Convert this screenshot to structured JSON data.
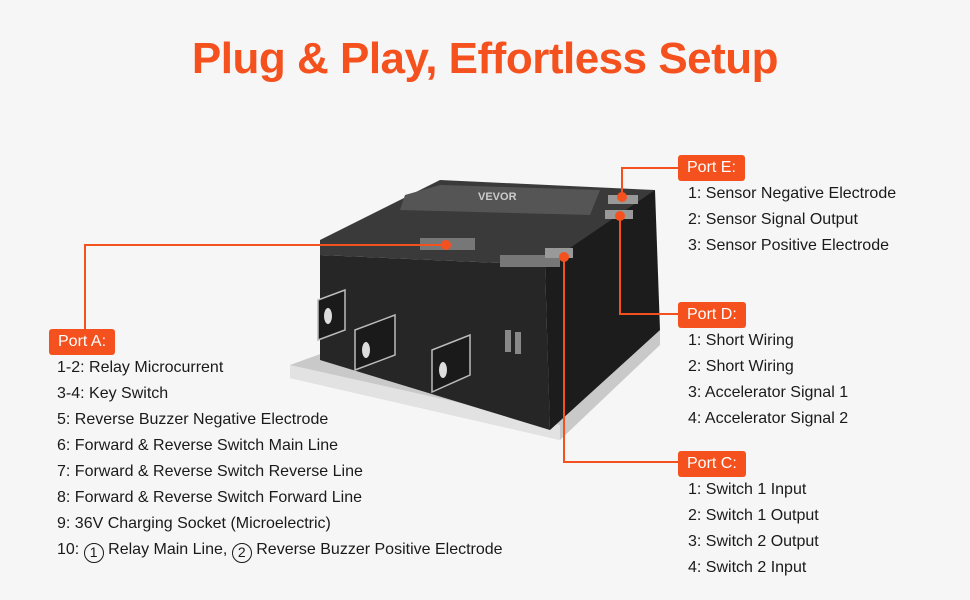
{
  "title": "Plug & Play, Effortless Setup",
  "brand": "VEVOR",
  "accent": "#f4511e",
  "port_a": {
    "label": "Port A:",
    "items": [
      "1-2: Relay Microcurrent",
      "3-4: Key Switch",
      "5: Reverse Buzzer Negative Electrode",
      "6: Forward & Reverse Switch Main Line",
      "7: Forward & Reverse Switch Reverse Line",
      "8: Forward & Reverse Switch Forward Line",
      "9: 36V Charging Socket (Microelectric)"
    ],
    "item10": {
      "prefix": "10:",
      "n1": "1",
      "t1": "Relay Main Line,",
      "n2": "2",
      "t2": "Reverse Buzzer Positive Electrode"
    }
  },
  "port_e": {
    "label": "Port E:",
    "items": [
      "1: Sensor Negative Electrode",
      "2: Sensor Signal Output",
      "3: Sensor Positive Electrode"
    ]
  },
  "port_d": {
    "label": "Port D:",
    "items": [
      "1: Short Wiring",
      "2: Short Wiring",
      "3: Accelerator Signal 1",
      "4: Accelerator Signal 2"
    ]
  },
  "port_c": {
    "label": "Port C:",
    "items": [
      "1: Switch 1 Input",
      "2: Switch 1 Output",
      "3: Switch 2 Output",
      "4: Switch 2 Input"
    ]
  }
}
